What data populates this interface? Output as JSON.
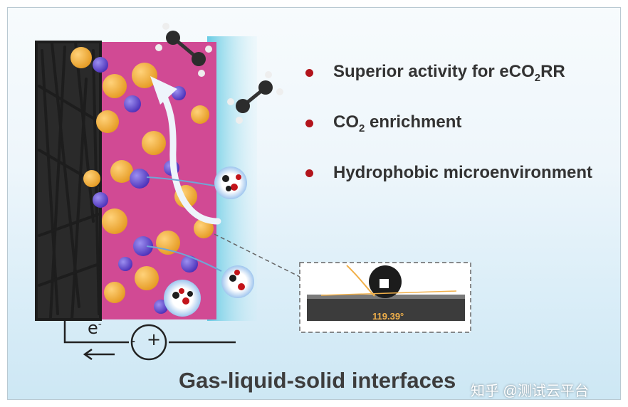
{
  "bullets": [
    {
      "before": "Superior activity for eCO",
      "sub": "2",
      "after": "RR"
    },
    {
      "before": "CO",
      "sub": "2",
      "after": " enrichment"
    },
    {
      "before": "Hydrophobic microenvironment",
      "sub": "",
      "after": ""
    }
  ],
  "footer_title": "Gas-liquid-solid interfaces",
  "circuit": {
    "electron": "e",
    "electron_sup": "-",
    "minus": "-",
    "plus": "+"
  },
  "contact_angle": "119.39°",
  "watermark": "知乎 @测试云平台",
  "colors": {
    "bullet": "#b2141c",
    "angle_text": "#f1b04a",
    "sphere": "#f0a93a",
    "particle": "#c84b8c"
  }
}
